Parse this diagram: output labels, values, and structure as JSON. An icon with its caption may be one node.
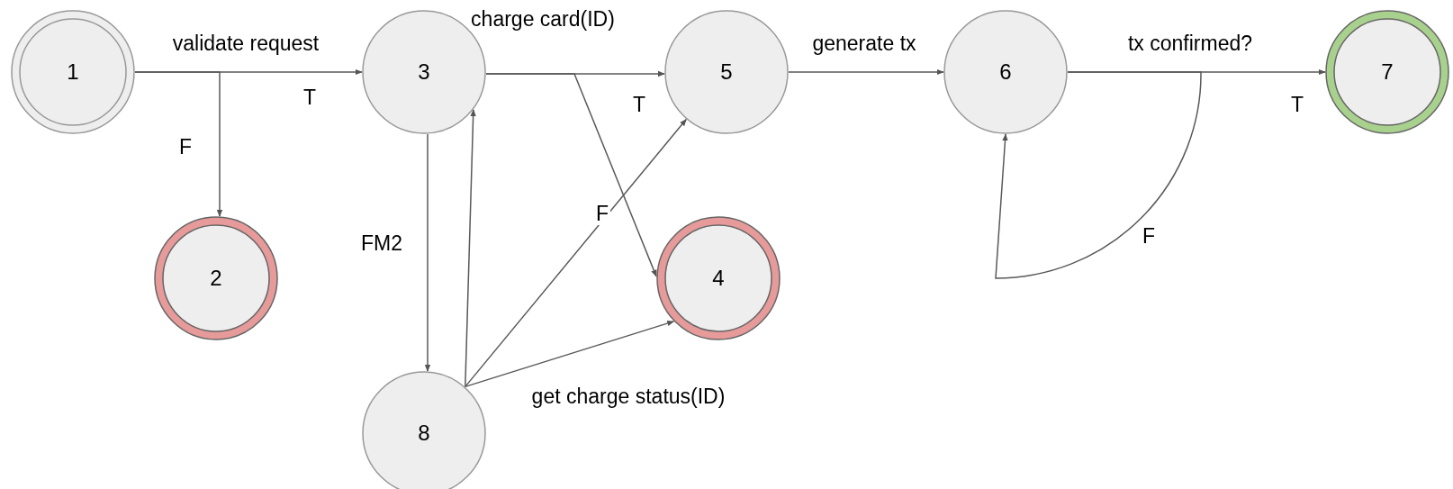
{
  "diagram": {
    "nodes": [
      {
        "text": [
          "1"
        ]
      },
      {
        "text": [
          "2"
        ]
      },
      {
        "text": [
          "3"
        ]
      },
      {
        "text": [
          "4"
        ]
      },
      {
        "text": [
          "5"
        ]
      },
      {
        "text": [
          "6"
        ]
      },
      {
        "text": [
          "7"
        ]
      },
      {
        "text": [
          "8"
        ]
      }
    ],
    "edges": [
      {
        "from": 0,
        "to": 2,
        "arrow": "to",
        "label": "T"
      },
      {
        "from": 0,
        "to": 1,
        "arrow": "to",
        "label": "F"
      },
      {
        "from": 2,
        "to": 4,
        "arrow": "to",
        "label": "T"
      },
      {
        "from": 2,
        "to": 3,
        "arrow": "to",
        "label": "F"
      },
      {
        "from": 2,
        "to": 7,
        "arrow": "to",
        "label": "FM2"
      },
      {
        "from": 7,
        "to": 2,
        "arrow": "to"
      },
      {
        "from": 7,
        "to": 4,
        "arrow": "to"
      },
      {
        "from": 7,
        "to": 3,
        "arrow": "to"
      },
      {
        "from": 4,
        "to": 5,
        "arrow": "to",
        "label": "generate tx"
      },
      {
        "from": 5,
        "to": 6,
        "arrow": "to",
        "label": "T"
      },
      {
        "from": 5,
        "to": 5,
        "arrow": "to",
        "label": "F"
      }
    ],
    "labels": [
      "validate request",
      "charge card(ID)",
      "tx confirmed?",
      "get charge status(ID)"
    ]
  }
}
